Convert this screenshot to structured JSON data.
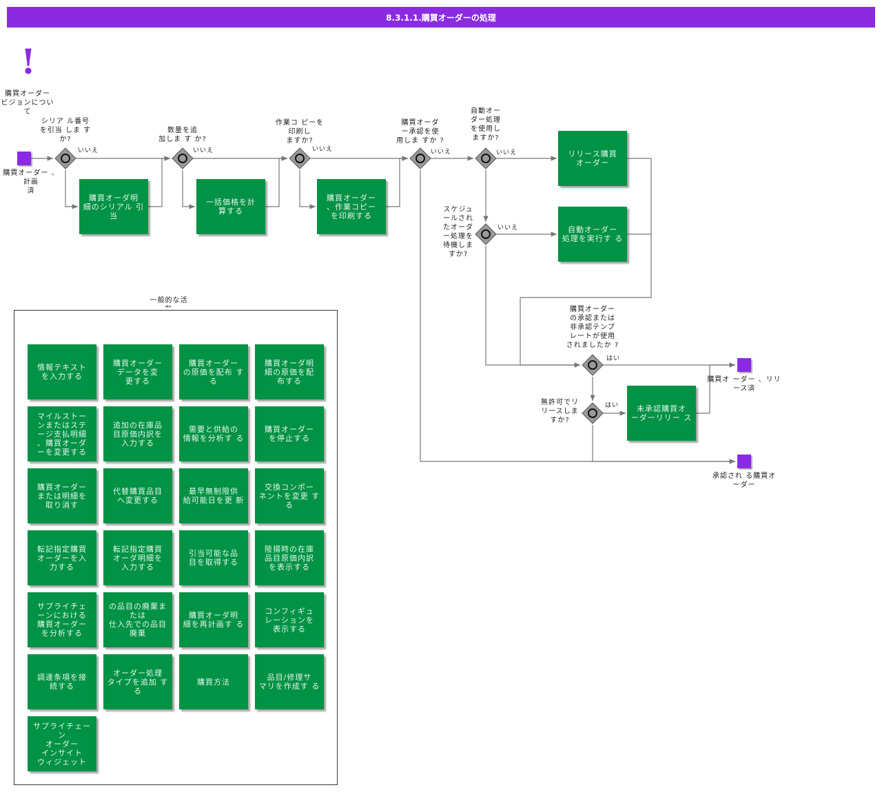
{
  "title": "8.3.1.1.購買オーダーの処理",
  "start_note": "購買オーダー\nビジョンについて",
  "start_event_label": "購買オーダー 、計画\n済",
  "gateways": {
    "g1_question": "シリア ル番号\nを引当 しま す\nか?",
    "g2_question": "数量を追\n加しま す か?",
    "g3_question": "作業コ ピーを\n印刷し\nますか?",
    "g4_question": "購買オーダ\nー承認を使\n用しま すか ?",
    "g5_question": "自動オー\nダー処理\nを使用し\nますか?",
    "g6_question": "スケジュ\nールされ\nたオーダ\nー処理を\n待機しま\nすか?",
    "g7_question": "購買オーダー\nの承認または\n非承認テンプ\nレートが使用\nされましたか ?",
    "g8_question": "無許可でリ\nリースしま\nすか?"
  },
  "branch_labels": {
    "no": "いいえ",
    "yes": "はい"
  },
  "flow_tasks": {
    "t1": "購買オーダ明\n細のシリアル 引当",
    "t2": "一括価格を計\n算する",
    "t3": "購買オーダー\n、作業コピー\nを印刷する",
    "t4": "リリース購買\nオーダー",
    "t5": "自動オーダー\n処理を実行す る",
    "t6": "未承認購買オ\nーダーリリー ス"
  },
  "end_events": {
    "released": "購買オ ーダー 、リリ\nース済",
    "approved": "承認され る購買オ\nーダー"
  },
  "general_section_title": "一般的な活\n動",
  "general_tasks": [
    "情報テキスト\nを入力する",
    "購買オーダー\nデータを変\n更する",
    "購買オーダー\nの原価を配布 する",
    "購買オーダ明\n細の原価を配\n布する",
    "マイルストー\nンまたはステ\nージ支払明細\n、購買オーダ\nーを変更する",
    "追加の在庫品\n目原価内訳を\n入力する",
    "需要と供給の\n情報を分析す る",
    "購買オーダー\nを停止する",
    "購買オーダー\nまたは明細を\n取り消す",
    "代替購買品目\nへ変更する",
    "最早無制限供\n給可能日を更 新",
    "交換コンポー\nネントを変更 する",
    "転記指定購買\nオーダーを入\n力する",
    "転記指定購買\nオーダ明細を\n入力する",
    "引当可能な品\n目を取得する",
    "陸揚時の在庫\n品目原価内訳\nを表示する",
    "サプライチェ\nーンにおける\n購買オーダー\nを分析する",
    "の品目の廃棄または\n仕入先での品目廃棄",
    "購買オーダ明\n細を再計画す る",
    "コンフィギュ\nレーションを\n表示する",
    "調達条項を接\n続する",
    "オーダー処理\nタイプを追加 する",
    "購買方法",
    "品目/修理サ\nマリを作成す る",
    "サプライチェーン\nオーダー\nインサイト\nウィジェット"
  ],
  "colors": {
    "accent": "#8a2be2",
    "task": "#009245",
    "gateway": "#999999",
    "line": "#777777"
  }
}
